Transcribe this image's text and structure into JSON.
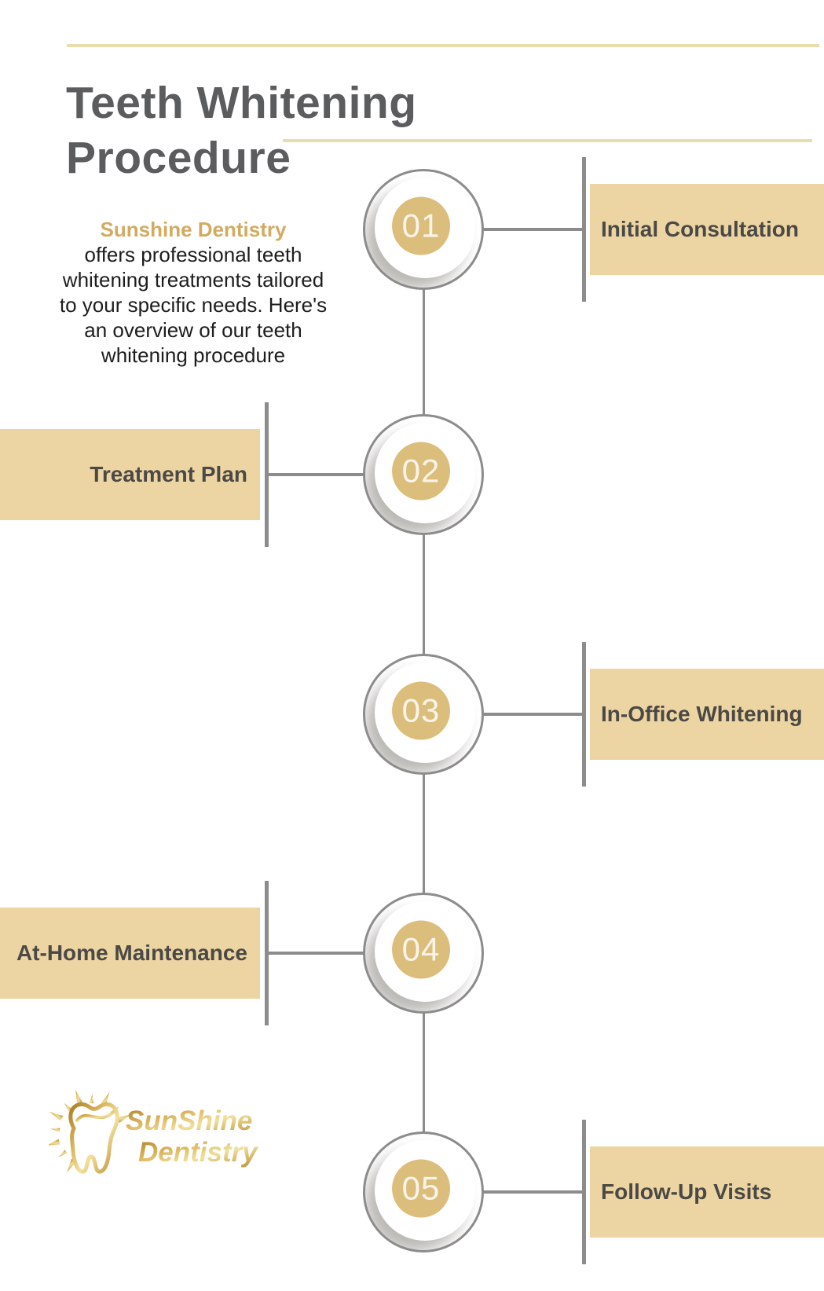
{
  "title": "Teeth Whitening\nProcedure",
  "intro": {
    "brand": "Sunshine Dentistry",
    "body": "offers professional teeth\nwhitening treatments tailored\nto your specific needs. Here's\nan overview of our teeth\nwhitening procedure"
  },
  "steps": [
    {
      "number": "01",
      "label": "Initial Consultation",
      "side": "right"
    },
    {
      "number": "02",
      "label": "Treatment Plan",
      "side": "left"
    },
    {
      "number": "03",
      "label": "In-Office Whitening",
      "side": "right"
    },
    {
      "number": "04",
      "label": "At-Home Maintenance",
      "side": "left"
    },
    {
      "number": "05",
      "label": "Follow-Up Visits",
      "side": "right"
    }
  ],
  "logo": {
    "line1": "SunShine",
    "line2": "Dentistry"
  },
  "colors": {
    "step_badge_gold": "#dcbe7c",
    "label_box_tan": "#edd5a3",
    "pale_gold_rule": "#e9ddae",
    "brand_gold": "#d2ab61",
    "connector_gray": "#8c8c8c",
    "title_gray": "#5b5c5e",
    "label_text": "#4b4945"
  }
}
